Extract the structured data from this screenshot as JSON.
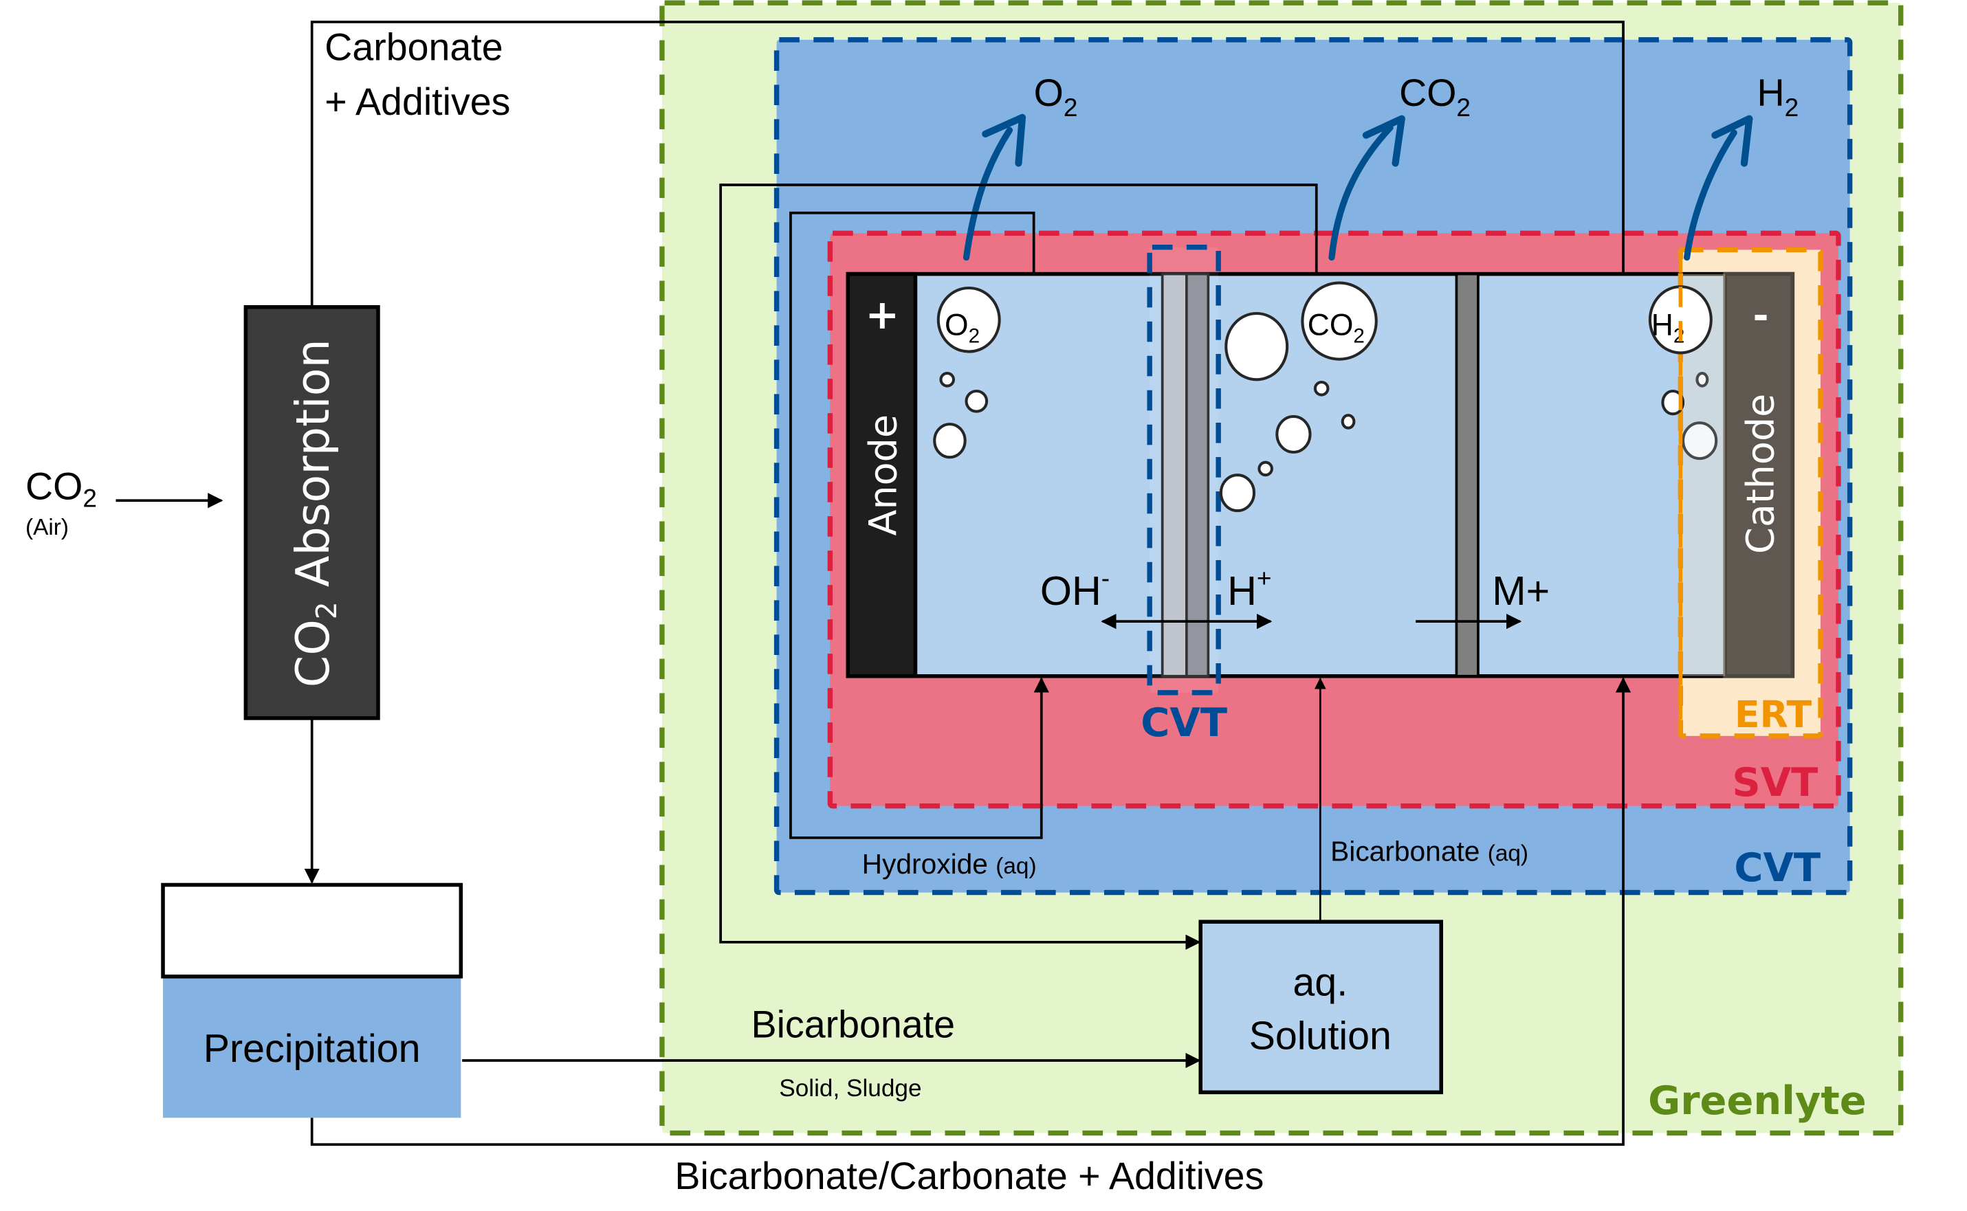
{
  "title": "Greenlyte CO2 electrolysis process diagram",
  "colors": {
    "greenlyte_fill": "#e4f5cc",
    "greenlyte_border": "#5e8a17",
    "cvt_fill": "#84b2e2",
    "cvt_border": "#004c97",
    "svt_fill": "#ec7286",
    "svt_border": "#dc2040",
    "ert_fill": "#fde9c9",
    "ert_border": "#f29400",
    "cell_fill": "#b4d2ee",
    "anode_fill": "#1e1e1e",
    "cathode_fill": "#5f5850",
    "absorption_fill": "#3c3c3c",
    "precipitation_fill": "#84b2e2",
    "arrow_blue": "#00508f"
  },
  "inputs": {
    "co2": {
      "main": "CO",
      "sub": "2",
      "note": "(Air)"
    }
  },
  "absorption": {
    "main": "CO",
    "sub": "2",
    "rest": " Absorption"
  },
  "precipitation": {
    "label": "Precipitation"
  },
  "aq_solution": {
    "line1": "aq.",
    "line2": "Solution"
  },
  "flows": {
    "carbonate_line1": "Carbonate",
    "carbonate_line2": "+ Additives",
    "bicarbonate": "Bicarbonate",
    "solid_sludge": "Solid, Sludge",
    "bottom_return": "Bicarbonate/Carbonate + Additives",
    "hydroxide": "Hydroxide",
    "hydroxide_note": "(aq)",
    "bicarbonate_aq": "Bicarbonate",
    "bicarbonate_aq_note": "(aq)"
  },
  "products": {
    "o2": {
      "main": "O",
      "sub": "2"
    },
    "co2": {
      "main": "CO",
      "sub": "2"
    },
    "h2": {
      "main": "H",
      "sub": "2"
    }
  },
  "cell": {
    "anode": "Anode",
    "anode_sign": "+",
    "cathode": "Cathode",
    "cathode_sign": "-",
    "ions": {
      "oh": {
        "main": "OH",
        "sup": "-"
      },
      "h": {
        "main": "H",
        "sup": "+"
      },
      "m": "M+"
    },
    "bubbles": {
      "o2": {
        "main": "O",
        "sub": "2"
      },
      "co2": {
        "main": "CO",
        "sub": "2"
      },
      "h2": {
        "main": "H",
        "sub": "2"
      }
    }
  },
  "regions": {
    "greenlyte": "Greenlyte",
    "cvt_outer": "CVT",
    "svt": "SVT",
    "ert": "ERT",
    "cvt_membrane": "CVT"
  }
}
